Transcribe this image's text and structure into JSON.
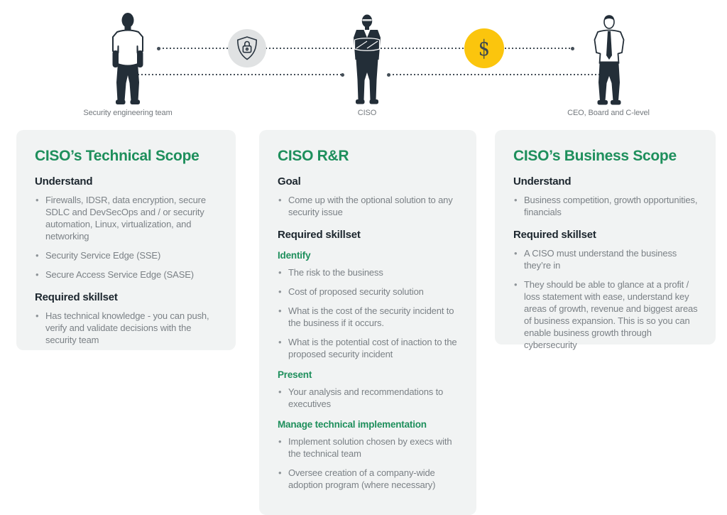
{
  "colors": {
    "accent_green": "#1E8F5C",
    "heading_dark": "#1C262E",
    "body_gray": "#7B8186",
    "card_bg": "#F1F3F3",
    "label_gray": "#73787D",
    "coin_yellow": "#FBC50D",
    "icon_circle_gray": "#E0E2E3",
    "line_dark": "#454F58",
    "silhouette_ink": "#232E38"
  },
  "figures": {
    "team": {
      "label": "Security engineering team",
      "icon": "person-tshirt"
    },
    "ciso": {
      "label": "CISO",
      "icon": "person-suit-arms-crossed"
    },
    "ceo": {
      "label": "CEO, Board and C-level",
      "icon": "person-shirt-tie"
    }
  },
  "connectors": {
    "security": {
      "icon": "shield-lock"
    },
    "money": {
      "icon": "dollar-coin",
      "symbol": "$"
    }
  },
  "cards": [
    {
      "title": "CISO’s Technical Scope",
      "sections": [
        {
          "style": "dark",
          "heading": "Understand",
          "bullets": [
            "Firewalls, IDSR, data encryption, secure SDLC and DevSecOps and / or security automation, Linux, virtualization, and networking",
            "Security Service Edge (SSE)",
            "Secure Access Service Edge (SASE)"
          ]
        },
        {
          "style": "dark",
          "heading": "Required skillset",
          "bullets": [
            "Has technical knowledge - you can push, verify and validate decisions with the security team"
          ]
        }
      ]
    },
    {
      "title": "CISO R&R",
      "sections": [
        {
          "style": "dark",
          "heading": "Goal",
          "bullets": [
            "Come up with the optional solution to any security issue"
          ]
        },
        {
          "style": "dark",
          "heading": "Required skillset",
          "bullets": []
        },
        {
          "style": "green",
          "heading": "Identify",
          "bullets": [
            "The risk to the business",
            "Cost of proposed security solution",
            "What is the cost of the security incident to the business if it occurs.",
            "What is the potential cost of inaction to the proposed security incident"
          ]
        },
        {
          "style": "green",
          "heading": "Present",
          "bullets": [
            "Your analysis and recommendations to executives"
          ]
        },
        {
          "style": "green",
          "heading": "Manage technical implementation",
          "bullets": [
            "Implement solution chosen by execs with the technical team",
            "Oversee creation of a company-wide adoption program (where necessary)"
          ]
        }
      ]
    },
    {
      "title": "CISO’s Business Scope",
      "sections": [
        {
          "style": "dark",
          "heading": "Understand",
          "bullets": [
            "Business competition, growth opportunities, financials"
          ]
        },
        {
          "style": "dark",
          "heading": "Required skillset",
          "bullets": [
            "A CISO must understand the business they’re in",
            "They should be able to glance at a profit / loss statement with ease, understand key areas of growth, revenue and biggest areas of business expansion. This is so you can enable business growth through cybersecurity"
          ]
        }
      ]
    }
  ]
}
